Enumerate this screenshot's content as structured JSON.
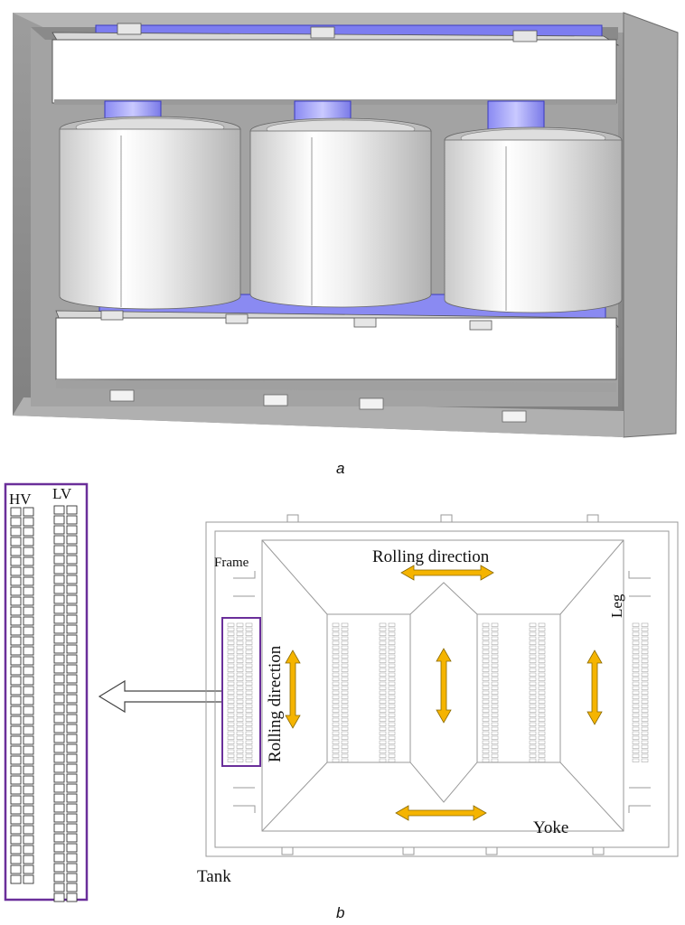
{
  "panel_a": {
    "caption": "a"
  },
  "panel_b": {
    "caption": "b",
    "labels": {
      "frame": "Frame",
      "leg": "Leg",
      "yoke": "Yoke",
      "tank": "Tank",
      "rolling_top": "Rolling direction",
      "rolling_side": "Rolling direction"
    },
    "detail": {
      "hv": "HV",
      "lv": "LV"
    }
  },
  "colors": {
    "frame_gray": "#8f8f8f",
    "coil_light": "#f2f2f2",
    "core_blue": "#8080f0",
    "arrow_fill": "#f5b400",
    "detail_border": "#6a2f9a",
    "outline": "#9a9a9a"
  }
}
